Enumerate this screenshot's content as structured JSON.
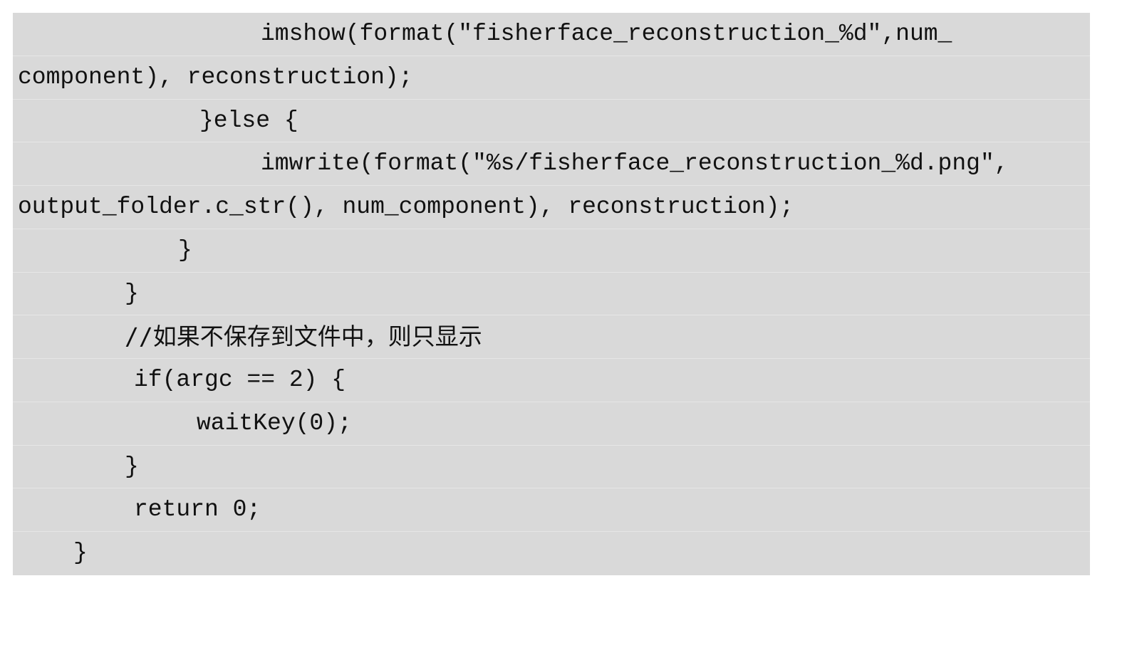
{
  "code": {
    "lines": [
      "imshow(format(\"fisherface_reconstruction_%d\",num_",
      "component), reconstruction);",
      "}else {",
      "imwrite(format(\"%s/fisherface_reconstruction_%d.png\",",
      "output_folder.c_str(), num_component), reconstruction);",
      "}",
      "}",
      "//如果不保存到文件中，则只显示",
      "if(argc == 2) {",
      "waitKey(0);",
      "}",
      "return 0;",
      "}"
    ]
  }
}
